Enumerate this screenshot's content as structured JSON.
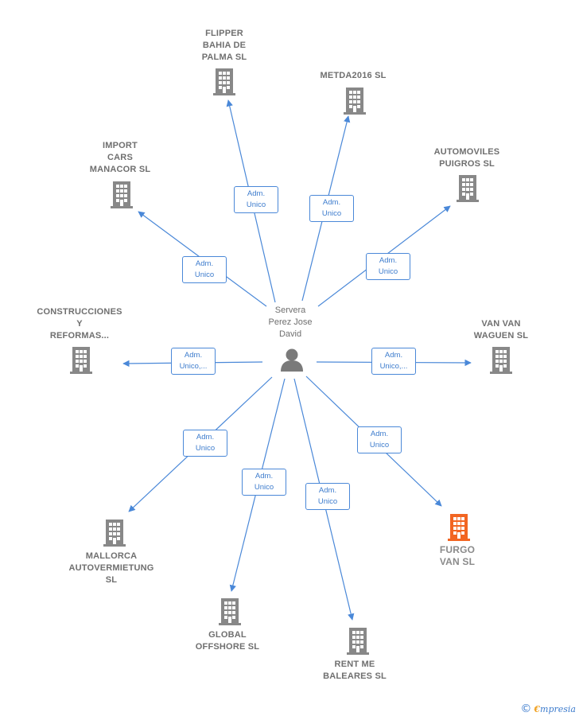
{
  "center": {
    "lines": [
      "Servera",
      "Perez Jose",
      "David"
    ],
    "icon": "person-icon"
  },
  "colors": {
    "edge": "#4a88d8",
    "building": "#888888",
    "highlight": "#f26522"
  },
  "nodes": [
    {
      "id": "flipper",
      "lines": [
        "FLIPPER",
        "BAHIA DE",
        "PALMA  SL"
      ],
      "badge": [
        "Adm.",
        "Unico"
      ],
      "highlight": false
    },
    {
      "id": "metda",
      "lines": [
        "METDA2016  SL"
      ],
      "badge": [
        "Adm.",
        "Unico"
      ],
      "highlight": false
    },
    {
      "id": "import",
      "lines": [
        "IMPORT",
        "CARS",
        "MANACOR SL"
      ],
      "badge": [
        "Adm.",
        "Unico"
      ],
      "highlight": false
    },
    {
      "id": "automoviles",
      "lines": [
        "AUTOMOVILES",
        "PUIGROS SL"
      ],
      "badge": [
        "Adm.",
        "Unico"
      ],
      "highlight": false
    },
    {
      "id": "construcciones",
      "lines": [
        "CONSTRUCCIONES",
        "Y",
        "REFORMAS..."
      ],
      "badge": [
        "Adm.",
        "Unico,..."
      ],
      "highlight": false
    },
    {
      "id": "vanvan",
      "lines": [
        "VAN VAN",
        "WAGUEN  SL"
      ],
      "badge": [
        "Adm.",
        "Unico,..."
      ],
      "highlight": false
    },
    {
      "id": "mallorca",
      "lines": [
        "MALLORCA",
        "AUTOVERMIETUNG",
        "SL"
      ],
      "badge": [
        "Adm.",
        "Unico"
      ],
      "highlight": false
    },
    {
      "id": "furgo",
      "lines": [
        "FURGO",
        "VAN  SL"
      ],
      "badge": [
        "Adm.",
        "Unico"
      ],
      "highlight": true
    },
    {
      "id": "global",
      "lines": [
        "GLOBAL",
        "OFFSHORE  SL"
      ],
      "badge": [
        "Adm.",
        "Unico"
      ],
      "highlight": false
    },
    {
      "id": "rentme",
      "lines": [
        "RENT ME",
        "BALEARES  SL"
      ],
      "badge": [
        "Adm.",
        "Unico"
      ],
      "highlight": false
    }
  ],
  "footer": {
    "copyright_symbol": "©",
    "brand_initial": "€",
    "brand_rest": "mpresia"
  }
}
